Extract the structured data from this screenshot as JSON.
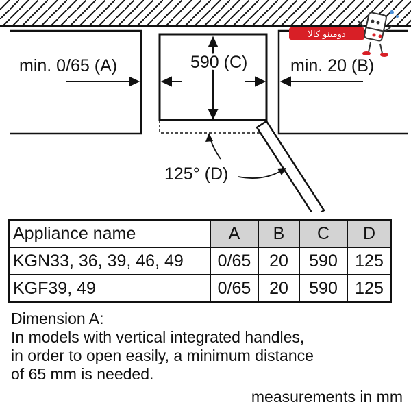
{
  "diagram": {
    "label_a": "min. 0/65 (A)",
    "label_b": "min. 20 (B)",
    "label_c": "590 (C)",
    "label_d": "125° (D)",
    "logo_text": "دومینو کالا"
  },
  "table": {
    "headers": [
      "Appliance name",
      "A",
      "B",
      "C",
      "D"
    ],
    "rows": [
      [
        "KGN33, 36, 39, 46, 49",
        "0/65",
        "20",
        "590",
        "125"
      ],
      [
        "KGF39, 49",
        "0/65",
        "20",
        "590",
        "125"
      ]
    ]
  },
  "notes": {
    "line1": "Dimension A:",
    "line2": "In models with vertical integrated handles,",
    "line3": "in order to open easily, a minimum distance",
    "line4": "of 65 mm is needed.",
    "units": "measurements in mm"
  },
  "colors": {
    "header_bg": "#d3d3d3",
    "line": "#111111",
    "logo_red": "#d81f26"
  }
}
